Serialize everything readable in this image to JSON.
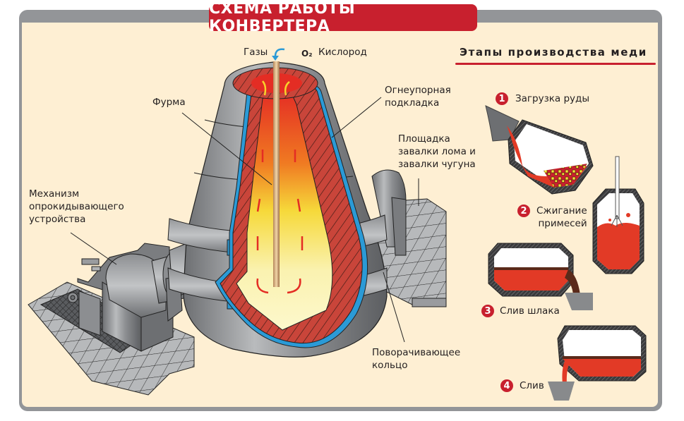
{
  "title": "СХЕМА РАБОТЫ КОНВЕРТЕРА",
  "colors": {
    "accent": "#c8202e",
    "frame": "#939598",
    "background": "#feefd3",
    "steel": "#9a9c9f",
    "lining": "#c9453a",
    "oxygen_arrow": "#2b9ad6",
    "melt_top": "#e23a26",
    "melt_bottom": "#fbf4b8"
  },
  "converter_labels": {
    "gases": "Газы",
    "oxygen_symbol": "O₂",
    "oxygen": "Кислород",
    "lance": "Фурма",
    "refractory_lining_line1": "Огнеупорная",
    "refractory_lining_line2": "подкладка",
    "platform_line1": "Площадка",
    "platform_line2": "завалки лома и",
    "platform_line3": "завалки чугуна",
    "tilting_mechanism_line1": "Механизм",
    "tilting_mechanism_line2": "опрокидывающего",
    "tilting_mechanism_line3": "устройства",
    "trunnion_ring_line1": "Поворачивающее",
    "trunnion_ring_line2": "кольцо"
  },
  "stages": {
    "title": "Этапы производства меди",
    "items": [
      {
        "number": "1",
        "label": "Загрузка руды"
      },
      {
        "number": "2",
        "label_line1": "Сжигание",
        "label_line2": "примесей"
      },
      {
        "number": "3",
        "label": "Слив шлака"
      },
      {
        "number": "4",
        "label": "Слив"
      }
    ]
  }
}
